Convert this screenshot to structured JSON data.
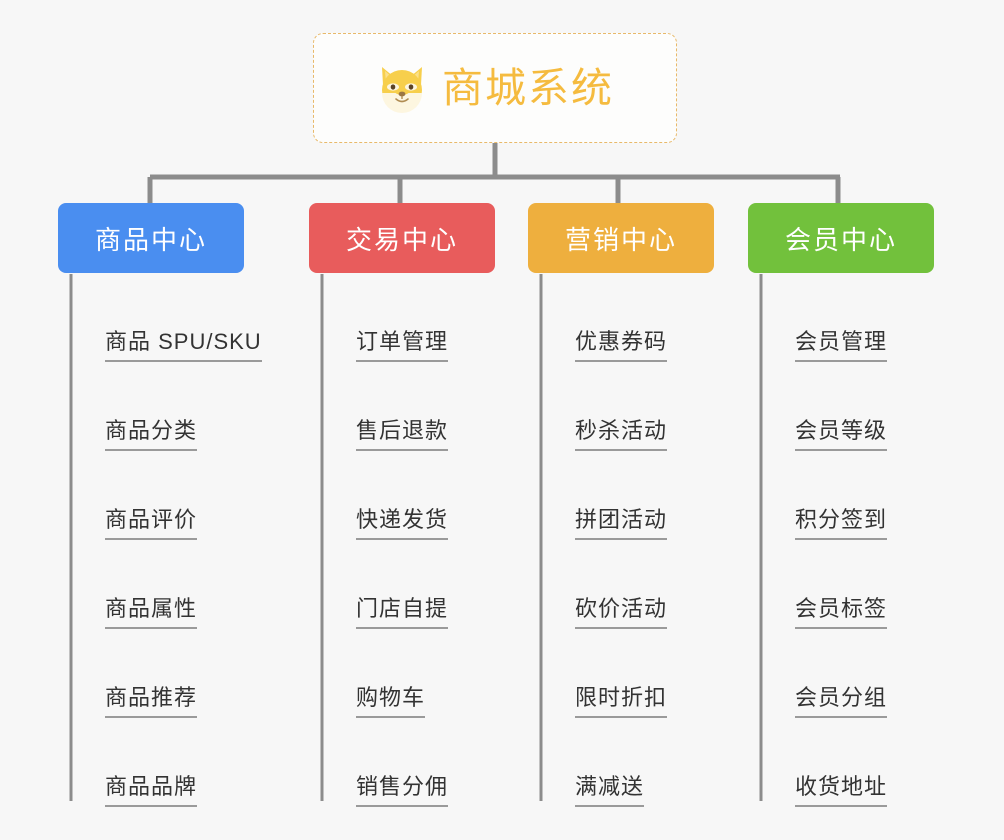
{
  "diagram": {
    "title": "商城系统",
    "root_icon": "shiba-dog-face-icon",
    "background_color": "#f7f7f7",
    "root_border_color": "#e8b96a",
    "root_text_color": "#f5bb3f",
    "connector_color": "#8c8c8c",
    "leaf_text_color": "#333333",
    "leaf_underline_color": "#9a9a9a",
    "columns": [
      {
        "label": "商品中心",
        "color": "#4a8ef0",
        "items": [
          "商品 SPU/SKU",
          "商品分类",
          "商品评价",
          "商品属性",
          "商品推荐",
          "商品品牌"
        ]
      },
      {
        "label": "交易中心",
        "color": "#e85c5c",
        "items": [
          "订单管理",
          "售后退款",
          "快递发货",
          "门店自提",
          "购物车",
          "销售分佣"
        ]
      },
      {
        "label": "营销中心",
        "color": "#eeaf3e",
        "items": [
          "优惠券码",
          "秒杀活动",
          "拼团活动",
          "砍价活动",
          "限时折扣",
          "满减送"
        ]
      },
      {
        "label": "会员中心",
        "color": "#72c13c",
        "items": [
          "会员管理",
          "会员等级",
          "积分签到",
          "会员标签",
          "会员分组",
          "收货地址"
        ]
      }
    ]
  }
}
